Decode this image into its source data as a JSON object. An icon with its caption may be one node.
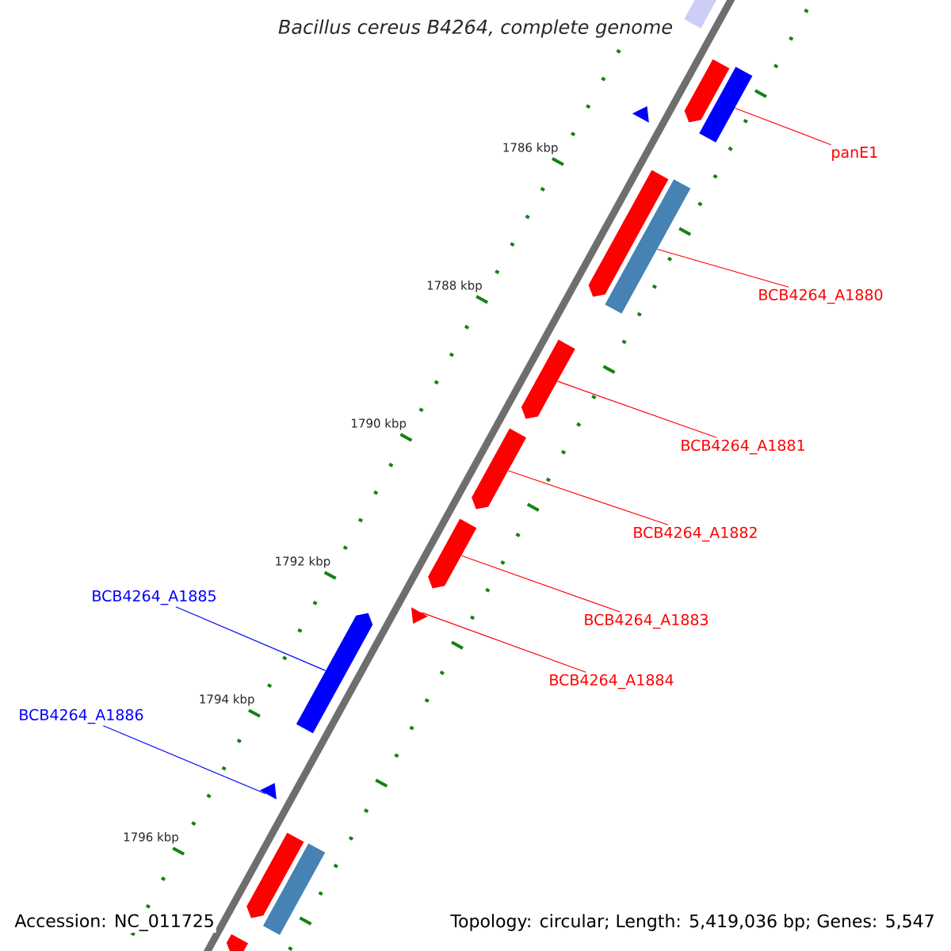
{
  "diagram": {
    "title": "Bacillus cereus B4264, complete genome",
    "nodes": [
      {
        "text": [
          "panE1"
        ]
      },
      {
        "text": [
          "BCB4264_A1880"
        ]
      },
      {
        "text": [
          "BCB4264_A1881"
        ]
      },
      {
        "text": [
          "BCB4264_A1882"
        ]
      },
      {
        "text": [
          "BCB4264_A1885"
        ]
      },
      {
        "text": [
          "BCB4264_A1883"
        ]
      },
      {
        "text": [
          "BCB4264_A1884"
        ]
      },
      {
        "text": [
          "BCB4264_A1886"
        ]
      },
      {
        "text": [],
        "shape": "box"
      },
      {
        "text": [],
        "shape": "arrow"
      },
      {
        "text": [],
        "shape": "box"
      },
      {
        "text": [],
        "shape": "triangle"
      },
      {
        "text": [],
        "shape": "arrow"
      },
      {
        "text": [],
        "shape": "box"
      },
      {
        "text": [],
        "shape": "arrow"
      },
      {
        "text": [],
        "shape": "arrow"
      },
      {
        "text": [],
        "shape": "arrow"
      },
      {
        "text": [],
        "shape": "triangle"
      },
      {
        "text": [],
        "shape": "arrow"
      },
      {
        "text": [],
        "shape": "triangle"
      },
      {
        "text": [],
        "shape": "arrow"
      },
      {
        "text": [],
        "shape": "box"
      },
      {
        "text": [],
        "shape": "arrow"
      }
    ],
    "edges": [
      {
        "from": 0,
        "to": 10,
        "arrow": "none"
      },
      {
        "from": 1,
        "to": 13,
        "arrow": "none"
      },
      {
        "from": 2,
        "to": 14,
        "arrow": "none"
      },
      {
        "from": 3,
        "to": 15,
        "arrow": "none"
      },
      {
        "from": 4,
        "to": 18,
        "arrow": "none",
        "color": "#0000ff"
      },
      {
        "from": 5,
        "to": 16,
        "arrow": "none"
      },
      {
        "from": 6,
        "to": 17,
        "arrow": "none"
      },
      {
        "from": 7,
        "to": 19,
        "arrow": "none",
        "color": "#0000ff"
      }
    ],
    "labels": [
      "1786 kbp",
      "1788 kbp",
      "1790 kbp",
      "1792 kbp",
      "1794 kbp",
      "1796 kbp",
      "Accession: NC_011725",
      "Topology: circular; Length: 5,419,036 bp; Genes: 5,547"
    ]
  }
}
